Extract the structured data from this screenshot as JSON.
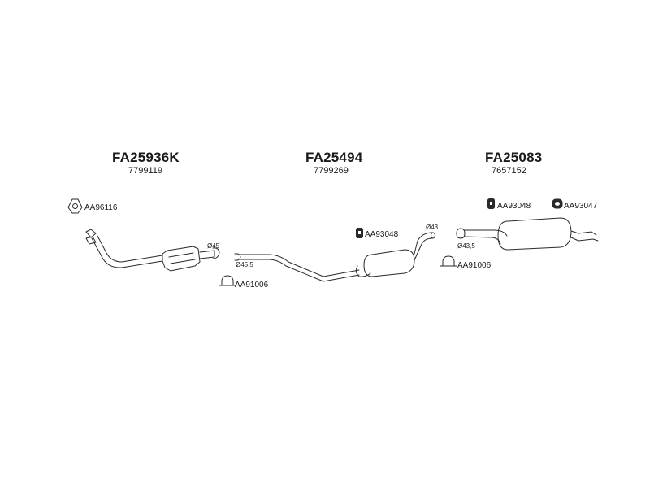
{
  "sections": [
    {
      "code": "FA25936K",
      "ref": "7799119"
    },
    {
      "code": "FA25494",
      "ref": "7799269"
    },
    {
      "code": "FA25083",
      "ref": "7657152"
    }
  ],
  "parts": {
    "gasket_1": "AA96116",
    "clamp_1": "AA91006",
    "hanger_1": "AA93048",
    "clamp_2": "AA91006",
    "hanger_2": "AA93048",
    "hanger_3": "AA93047"
  },
  "dimensions": {
    "d45": "Ø45",
    "d45_5": "Ø45,5",
    "d43": "Ø43",
    "d43_5": "Ø43,5"
  }
}
